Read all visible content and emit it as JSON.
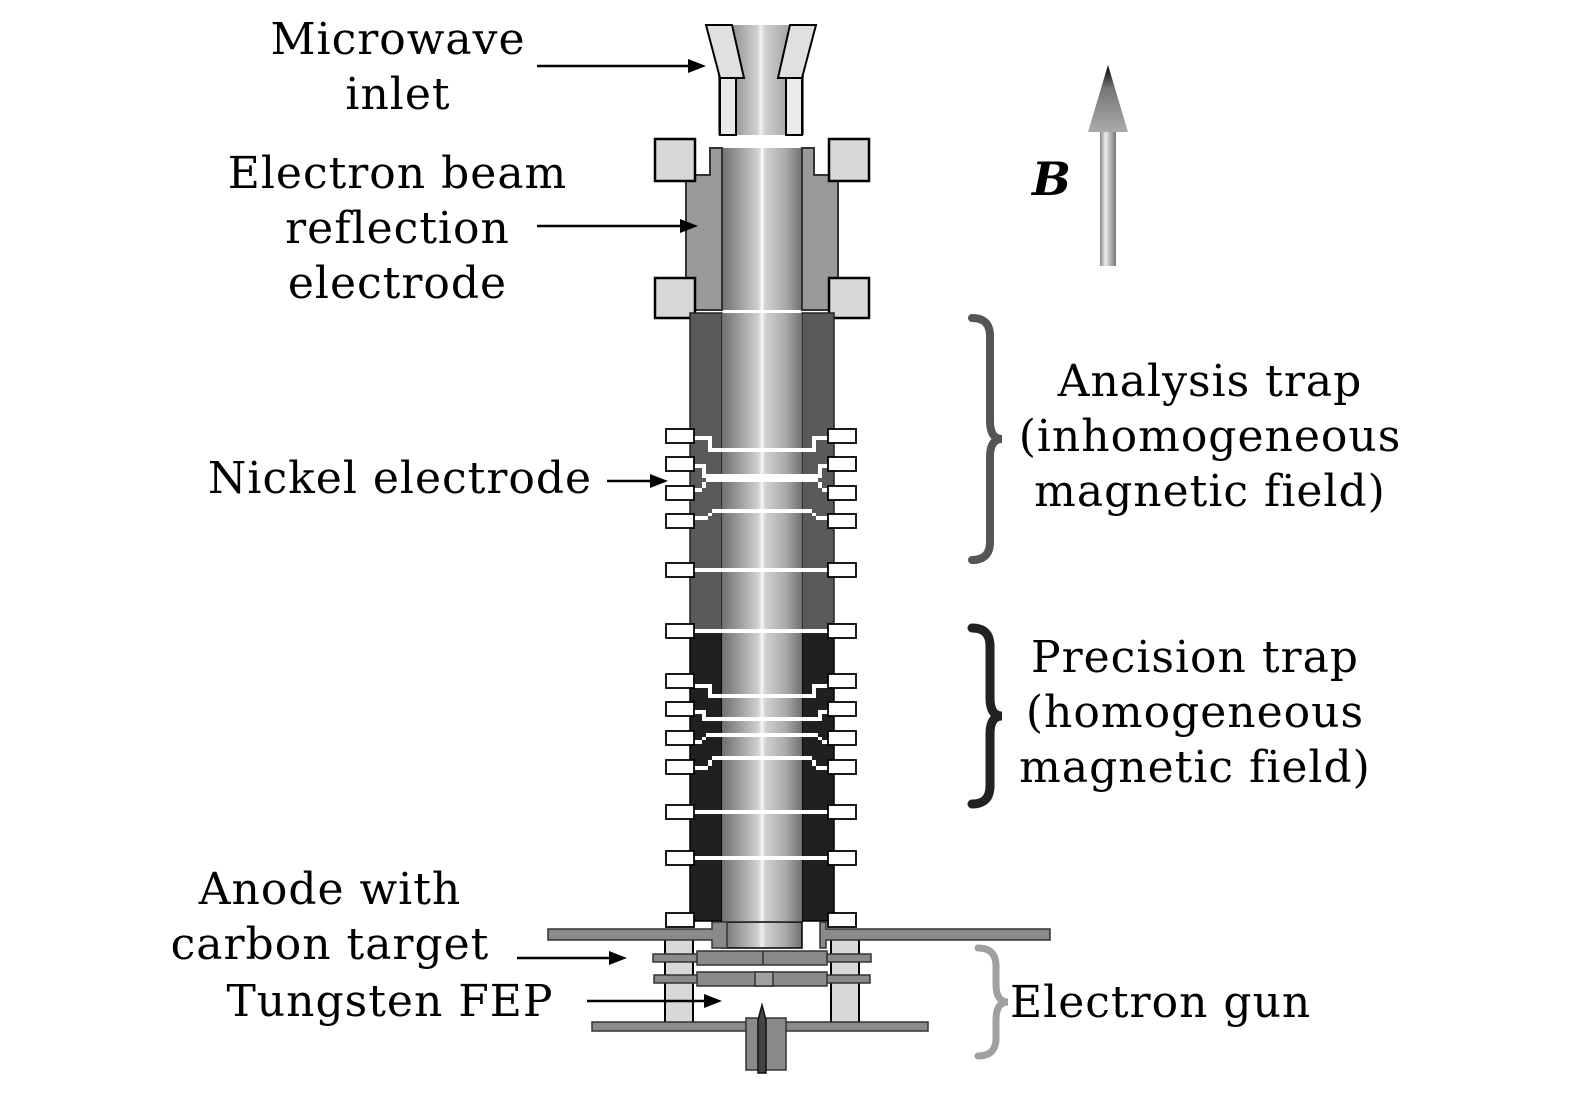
{
  "figure": {
    "labels": {
      "microwave_inlet": [
        "Microwave",
        "inlet"
      ],
      "reflection_electrode": [
        "Electron beam",
        "reflection",
        "electrode"
      ],
      "nickel_electrode": [
        "Nickel electrode"
      ],
      "anode": [
        "Anode with",
        "carbon target"
      ],
      "tungsten_fep": [
        "Tungsten FEP"
      ],
      "analysis_trap": [
        "Analysis trap",
        "(inhomogeneous",
        "magnetic field)"
      ],
      "precision_trap": [
        "Precision trap",
        "(homogeneous",
        "magnetic field)"
      ],
      "electron_gun": [
        "Electron gun"
      ],
      "field_symbol": "B"
    },
    "colors": {
      "analysis_section": "#5a5a5a",
      "precision_section": "#202020",
      "reflection_electrode": "#9a9a9a",
      "insulator": "#d8d8d8",
      "plate": "#8a8a8a",
      "analysis_brace": "#555555",
      "precision_brace": "#222222",
      "gun_brace": "#a0a0a0"
    }
  }
}
